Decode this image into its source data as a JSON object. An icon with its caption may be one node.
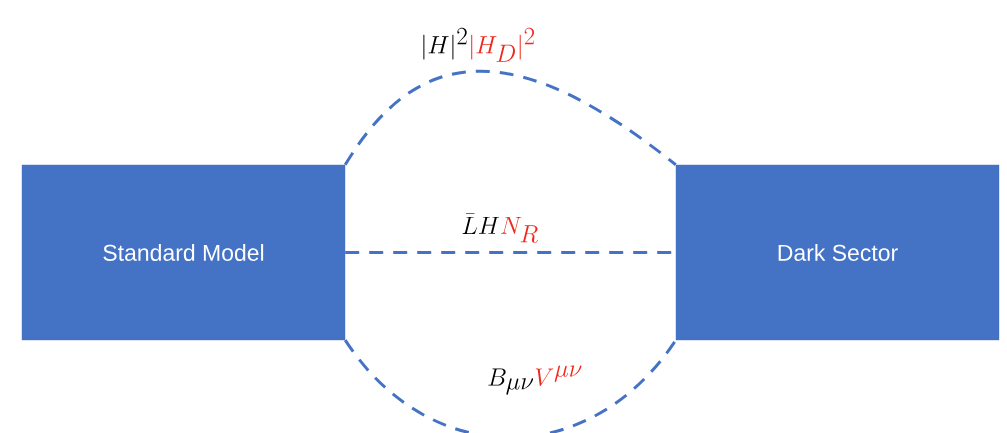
{
  "diagram": {
    "nodes": [
      {
        "text": [
          "Standard Model"
        ]
      },
      {
        "text": [
          "Dark Sector"
        ]
      }
    ],
    "edges": [
      {
        "from": 0,
        "to": 1,
        "arrow": "none",
        "style": "dashed",
        "label": "|H|^2{\\color{red}|H_D|^2}"
      },
      {
        "from": 0,
        "to": 1,
        "arrow": "none",
        "style": "dashed",
        "label": "\\bar{L}H{\\color{red}N_R}"
      },
      {
        "from": 0,
        "to": 1,
        "arrow": "none",
        "style": "dashed",
        "label": "B_{\\mu\\nu}{\\color{red}V^{\\mu\\nu}}"
      }
    ]
  }
}
